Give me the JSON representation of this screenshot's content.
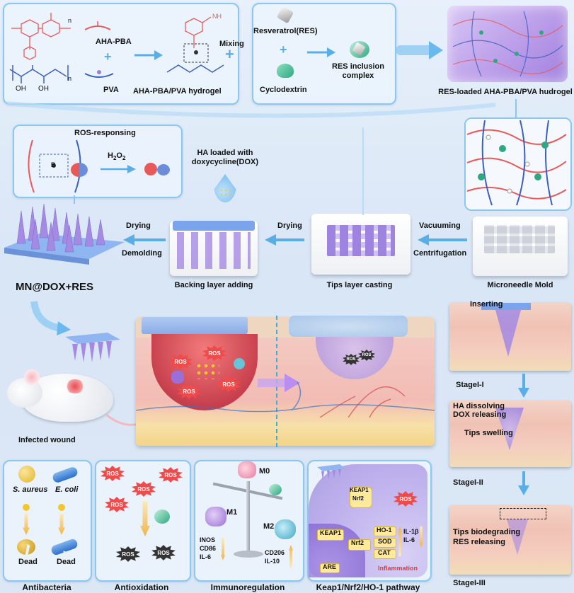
{
  "synthesis": {
    "aha_pba": "AHA-PBA",
    "pva": "PVA",
    "hydrogel": "AHA-PBA/PVA hydrogel",
    "mixing": "Mixing",
    "resveratrol": "Resveratrol(RES)",
    "cyclodextrin": "Cyclodextrin",
    "inclusion": "RES inclusion complex",
    "loaded_gel": "RES-loaded AHA-PBA/PVA hudrogel",
    "oh1": "OH",
    "oh2": "OH",
    "n1": "n",
    "n2": "n",
    "nh": "NH"
  },
  "fabrication": {
    "ros_responsing": "ROS-responsing",
    "h2o2": "H",
    "h2o2_sub": "2",
    "h2o2_o": "O",
    "h2o2_sub2": "2",
    "ha_dox": "HA loaded with doxycycline(DOX)",
    "drying1": "Drying",
    "demolding": "Demolding",
    "drying2": "Drying",
    "vacuuming": "Vacuuming",
    "centrifugation": "Centrifugation",
    "product": "MN@DOX+RES",
    "backing": "Backing layer adding",
    "tips_casting": "Tips layer casting",
    "mold": "Microneedle Mold",
    "b_label": "B"
  },
  "wound": {
    "infected": "Infected wound",
    "ros": "ROS"
  },
  "stages": {
    "inserting": "Inserting",
    "stage1": "StageI-I",
    "ha_dissolving": "HA dissolving",
    "dox_releasing": "DOX releasing",
    "tips_swelling": "Tips swelling",
    "stage2": "StageI-II",
    "tips_biodegrading": "Tips biodegrading",
    "res_releasing": "RES releasing",
    "stage3": "StageI-III"
  },
  "bottom": {
    "s_aureus": "S. aureus",
    "e_coli": "E. coli",
    "dead1": "Dead",
    "dead2": "Dead",
    "antibacteria": "Antibacteria",
    "ros": "ROS",
    "antioxidation": "Antioxidation",
    "m0": "M0",
    "m1": "M1",
    "m2": "M2",
    "inos": "INOS",
    "cd86": "CD86",
    "il6": "IL-6",
    "cd206": "CD206",
    "il10": "IL-10",
    "immunoregulation": "Immunoregulation",
    "keap1_a": "KEAP1",
    "nrf2_a": "Nrf2",
    "keap1_b": "KEAP1",
    "nrf2_b": "Nrf2",
    "ho1": "HO-1",
    "sod": "SOD",
    "cat": "CAT",
    "il1b": "IL-1β",
    "il6b": "IL-6",
    "are": "ARE",
    "inflammation": "Inflammation",
    "pathway": "Keap1/Nrf2/HO-1 pathway"
  },
  "colors": {
    "panel_border": "#8cc7ef",
    "arrow_blue": "#5aaee8",
    "ros_red": "#f04a4a",
    "ros_dark": "#333333",
    "needle_purple": "#9b7fe0"
  }
}
